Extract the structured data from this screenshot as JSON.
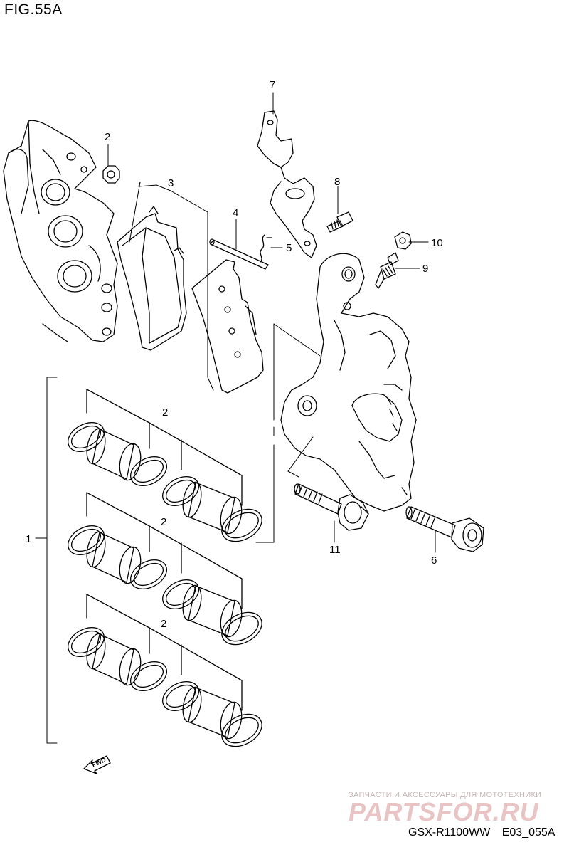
{
  "figure": {
    "title": "FIG.55A"
  },
  "callouts": {
    "c1": "1",
    "c2a": "2",
    "c2b": "2",
    "c2c": "2",
    "c2d": "2",
    "c3": "3",
    "c4": "4",
    "c5": "5",
    "c6": "6",
    "c7": "7",
    "c8": "8",
    "c9": "9",
    "c10": "10",
    "c11": "11"
  },
  "direction_marker": {
    "label": "FWD",
    "icon": "fwd-arrow-icon"
  },
  "watermark": {
    "tagline": "ЗАПЧАСТИ И АКСЕССУАРЫ ДЛЯ МОТОТЕХНИКИ",
    "logo": "PARTSFOR.RU"
  },
  "footer": {
    "model": "GSX-R1100WW",
    "code": "E03_055A"
  },
  "colors": {
    "line": "#000000",
    "background": "#ffffff",
    "watermark": "#e9c4c4"
  }
}
